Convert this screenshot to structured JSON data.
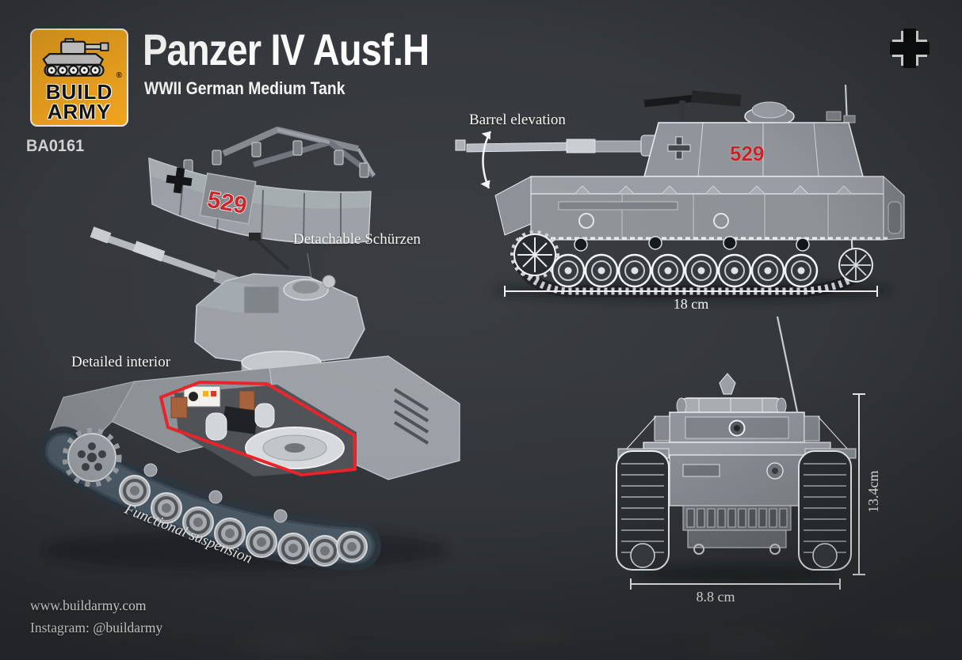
{
  "header": {
    "logo": {
      "word1": "BUILD",
      "word2": "ARMY",
      "registered": "®",
      "icon": "tank-icon"
    },
    "title": "Panzer IV Ausf.H",
    "subtitle": "WWII German Medium Tank",
    "product_code": "BA0161",
    "insignia_icon": "balkenkreuz-cross-icon"
  },
  "annotations": {
    "barrel_elevation": "Barrel elevation",
    "detachable_schurzen": "Detachable Schürzen",
    "detailed_interior": "Detailed interior",
    "functional_suspension": "Functional suspension"
  },
  "dimensions": {
    "length": "18 cm",
    "height": "13.4cm",
    "width": "8.8 cm"
  },
  "markings": {
    "turret_number": "529"
  },
  "footer": {
    "website": "www.buildarmy.com",
    "instagram": "Instagram: @buildarmy"
  },
  "colors": {
    "background": "#34383c",
    "accent_yellow": "#f0a51f",
    "marking_red": "#c8252b",
    "highlight_red": "#e8232a",
    "wireframe_white": "#f0f2f4"
  }
}
